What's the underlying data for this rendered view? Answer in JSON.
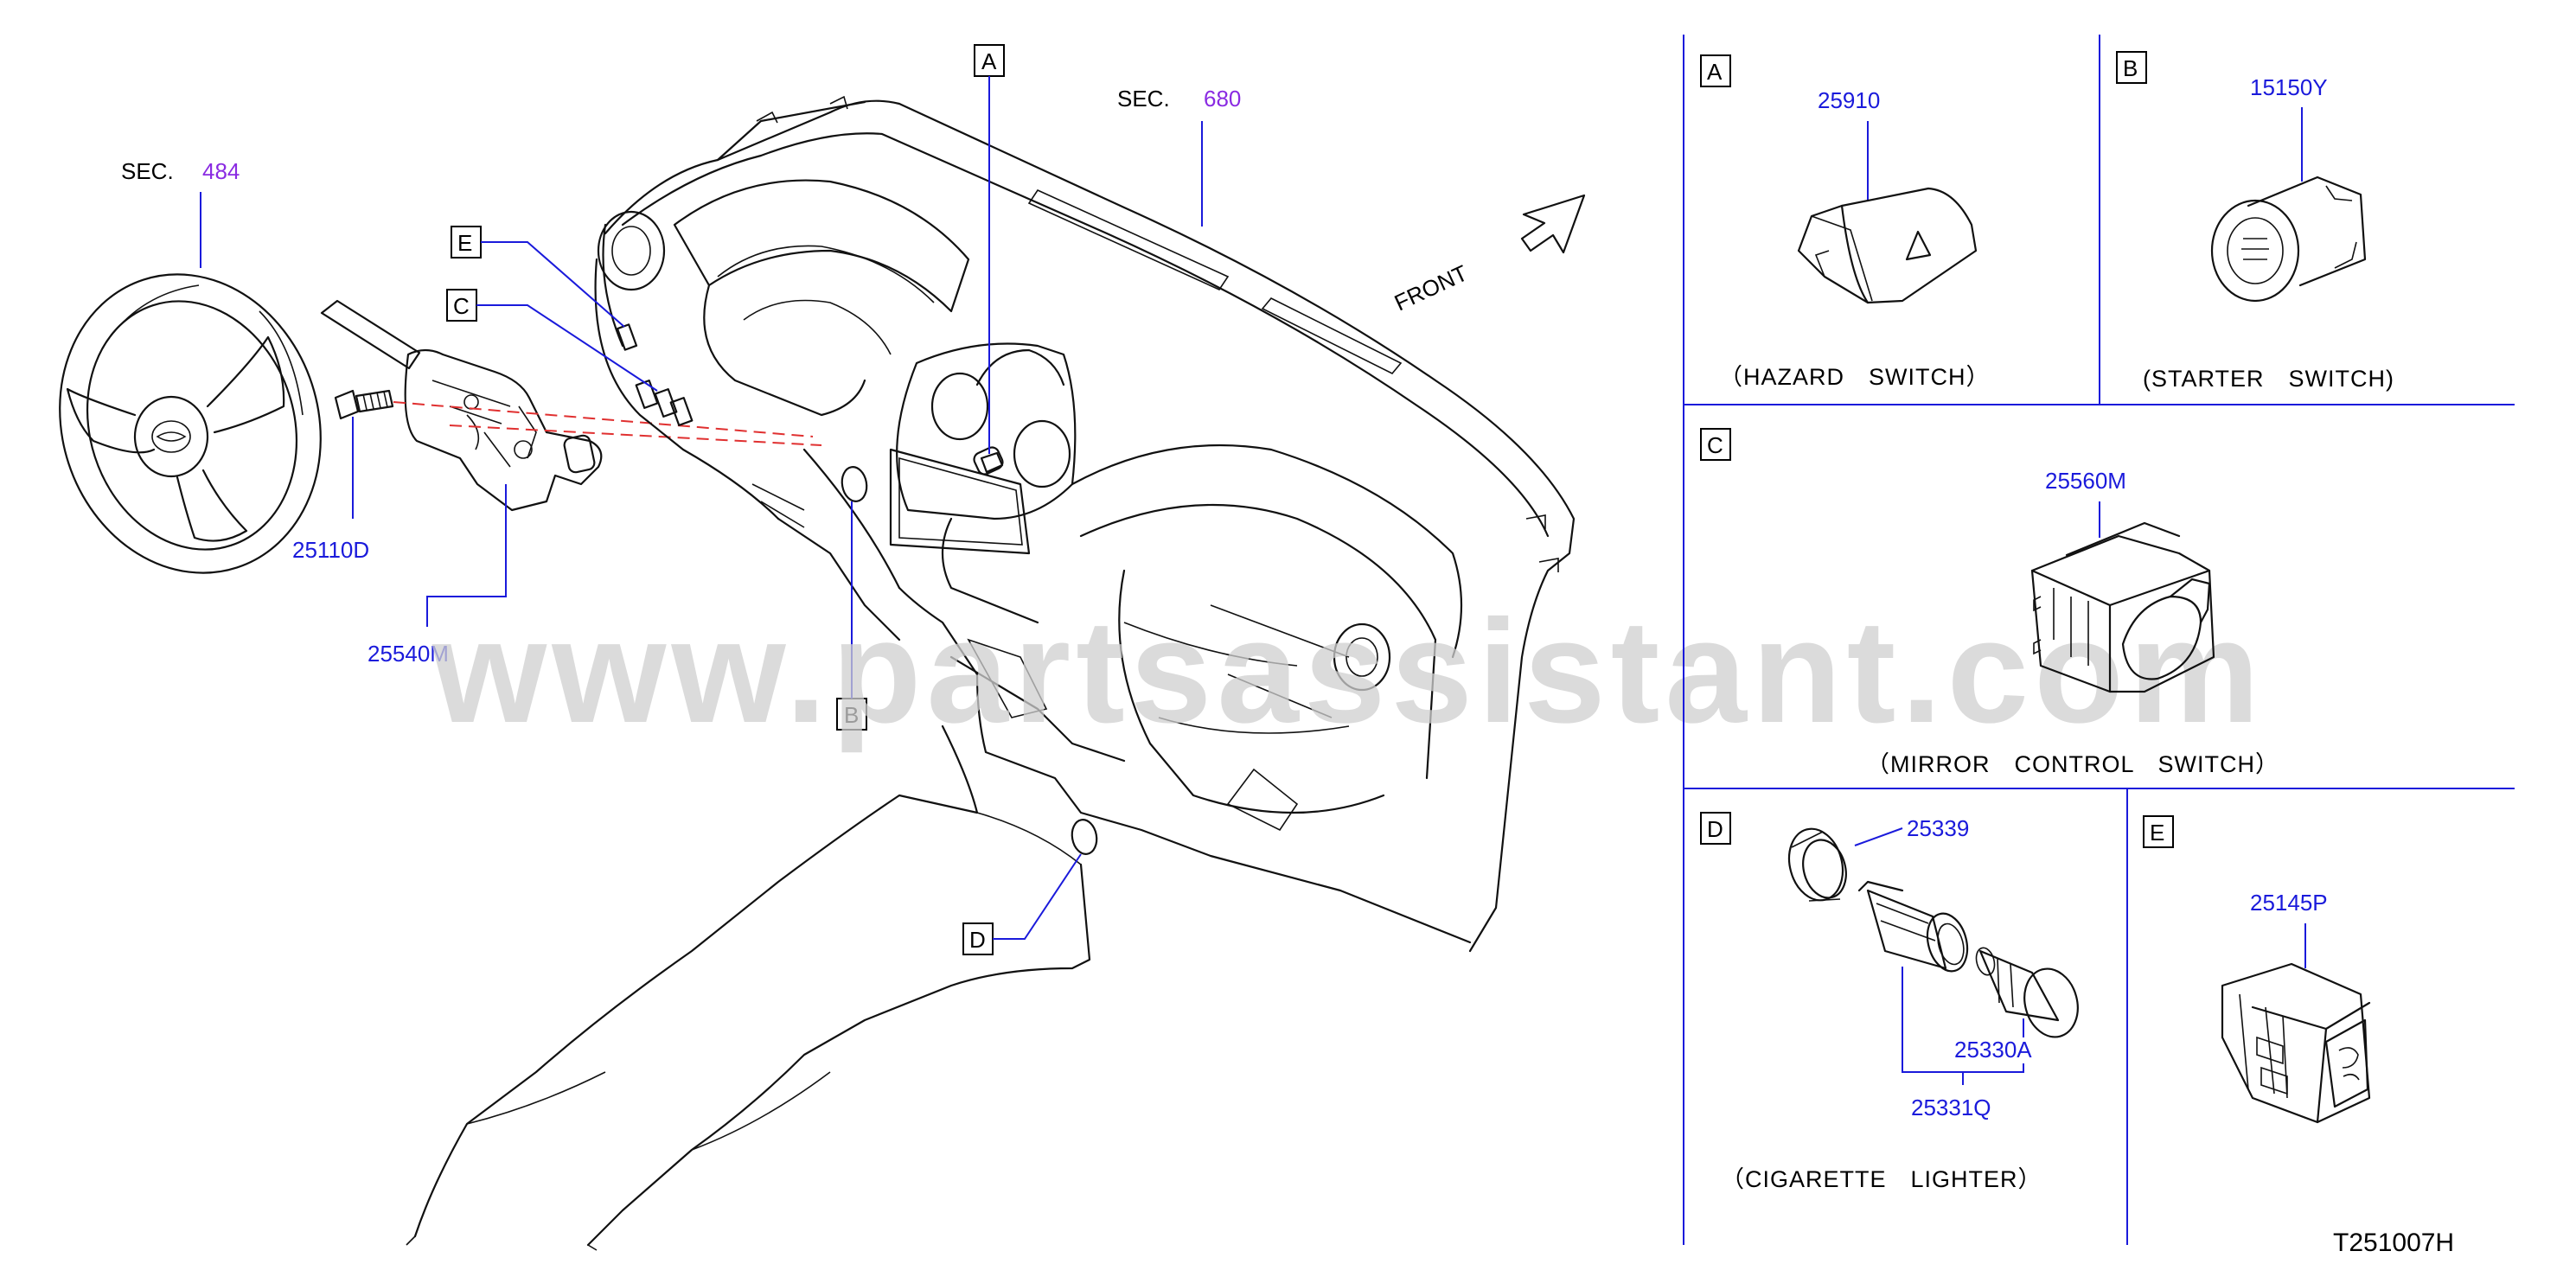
{
  "watermark": "www.partsassistant.com",
  "diagram_code": "T251007H",
  "front_label": "FRONT",
  "sections": [
    {
      "prefix": "SEC.",
      "number": "484"
    },
    {
      "prefix": "SEC.",
      "number": "680"
    }
  ],
  "main_parts": {
    "switch_assembly": "25540M",
    "bolt": "25110D"
  },
  "location_markers": [
    "A",
    "B",
    "C",
    "D",
    "E"
  ],
  "panels": {
    "A": {
      "letter": "A",
      "part": "25910",
      "caption": "（HAZARD　SWITCH）"
    },
    "B": {
      "letter": "B",
      "part": "15150Y",
      "caption": "(STARTER　SWITCH)"
    },
    "C": {
      "letter": "C",
      "part": "25560M",
      "caption": "（MIRROR　CONTROL　SWITCH）"
    },
    "D": {
      "letter": "D",
      "parts": [
        "25339",
        "25330A",
        "25331Q"
      ],
      "caption": "（CIGARETTE　LIGHTER）"
    },
    "E": {
      "letter": "E",
      "part": "25145P"
    }
  },
  "colors": {
    "part_number": "#1a1adb",
    "section_number": "#8a2be2",
    "frame": "#1a1adb",
    "alignment_dash": "#e03030",
    "watermark": "#cfcfcf"
  }
}
